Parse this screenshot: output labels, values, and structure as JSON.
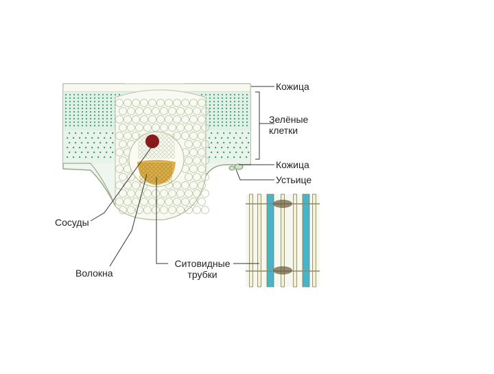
{
  "diagram": {
    "labels": {
      "skin_top": "Кожица",
      "green_cells_line1": "Зелёные",
      "green_cells_line2": "клетки",
      "skin_bottom": "Кожица",
      "stoma": "Устьице",
      "vessels": "Сосуды",
      "fibers": "Волокна",
      "sieve_tubes_line1": "Ситовидные",
      "sieve_tubes_line2": "трубки"
    },
    "colors": {
      "palisade_fill": "#dff0e6",
      "chloroplast": "#3f9a6e",
      "cell_outline": "#b8c4a0",
      "vessel_red": "#8b1a1a",
      "phloem_yellow": "#d8a83a",
      "tube_teal": "#4ab3c8",
      "leader_line": "#333333"
    },
    "icons": [
      "leaf-cross-section-illustration",
      "conducting-tissue-illustration"
    ]
  }
}
